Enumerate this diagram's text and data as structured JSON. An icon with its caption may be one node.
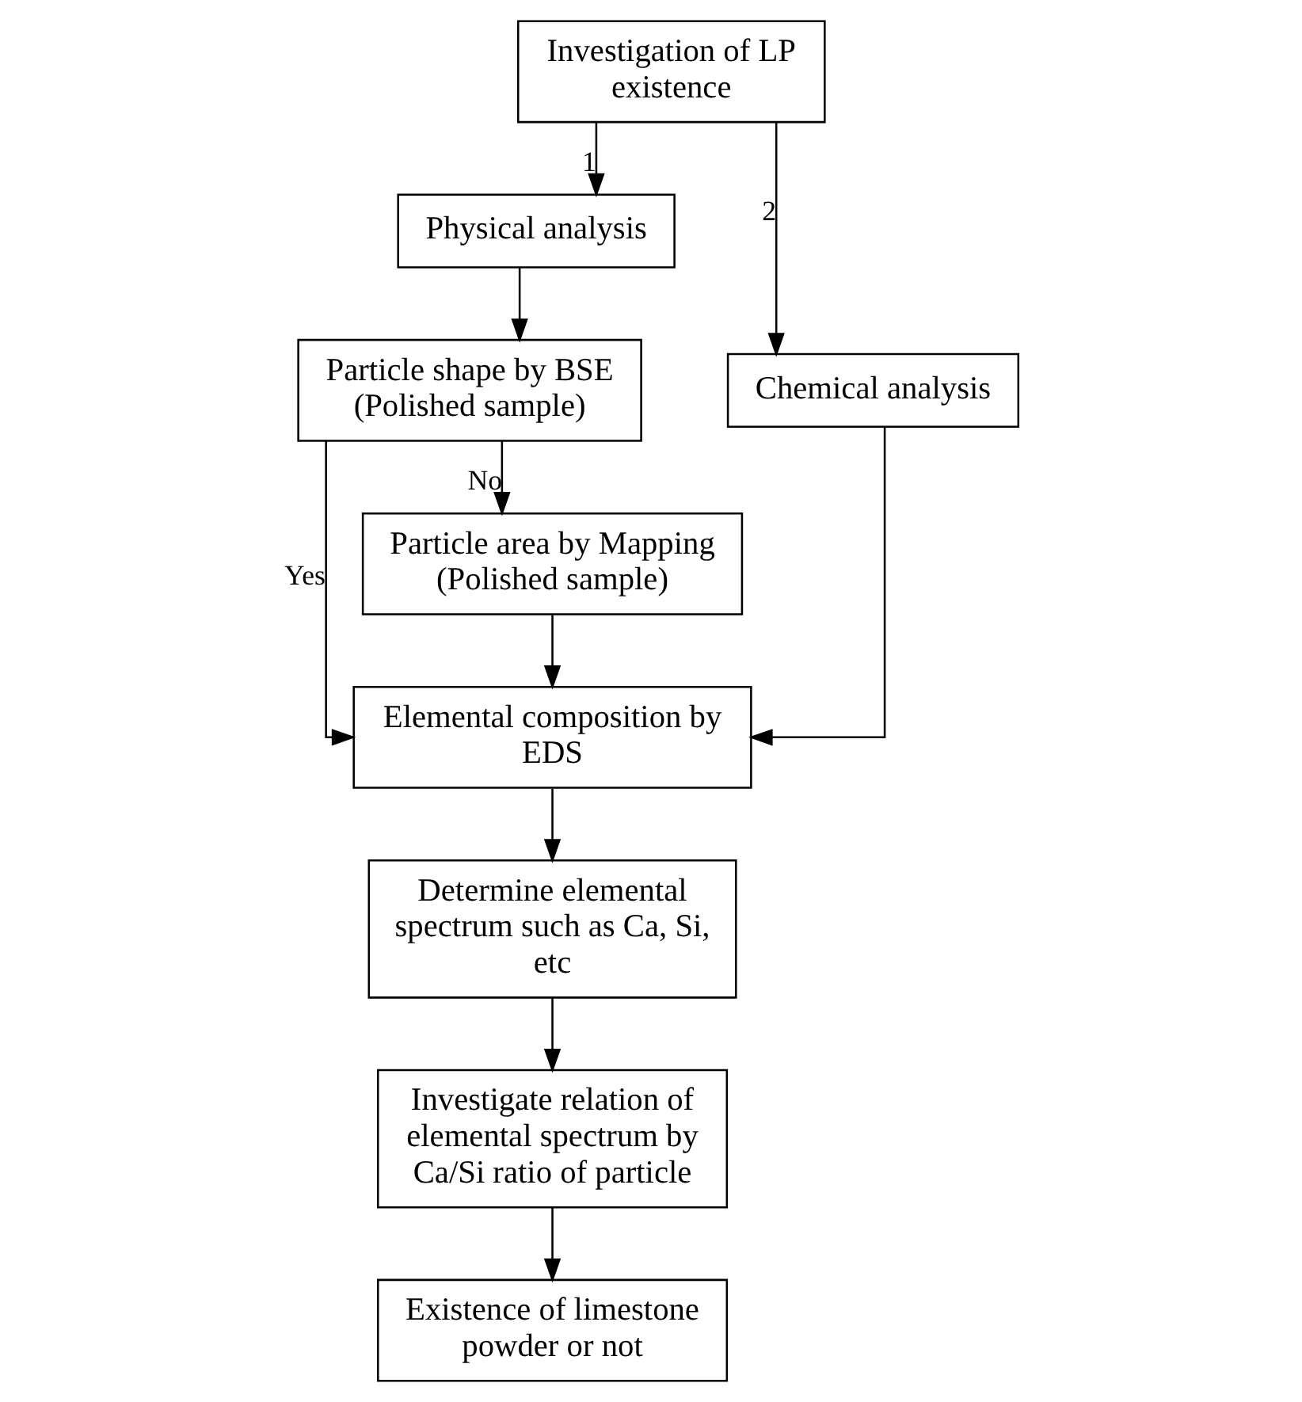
{
  "diagram": {
    "nodes": [
      {
        "text": [
          "Investigation of LP existence"
        ]
      },
      {
        "text": [
          "Physical analysis"
        ]
      },
      {
        "text": [
          "Chemical analysis"
        ]
      },
      {
        "text": [
          "Elemental composition by EDS"
        ]
      },
      {
        "text": [
          "Particle shape by BSE (Polished sample)"
        ]
      },
      {
        "text": [
          "Particle area by Mapping (Polished sample)"
        ]
      },
      {
        "text": [
          "Determine elemental spectrum such as Ca, Si, etc"
        ]
      },
      {
        "text": [
          "Investigate relation of elemental spectrum by Ca/Si ratio of particle"
        ]
      },
      {
        "text": [
          "Existence of limestone powder or not"
        ]
      }
    ],
    "edges": [
      {
        "from": 0,
        "to": 1,
        "arrow": "to",
        "label": "1"
      },
      {
        "from": 0,
        "to": 2,
        "arrow": "to",
        "label": "2"
      },
      {
        "from": 1,
        "to": 4,
        "arrow": "to"
      },
      {
        "from": 2,
        "to": 3,
        "arrow": "to"
      },
      {
        "from": 4,
        "to": 3,
        "arrow": "to",
        "label": "Yes"
      },
      {
        "from": 4,
        "to": 5,
        "arrow": "to",
        "label": "No"
      },
      {
        "from": 5,
        "to": 3,
        "arrow": "to"
      },
      {
        "from": 3,
        "to": 6,
        "arrow": "to"
      },
      {
        "from": 6,
        "to": 7,
        "arrow": "to"
      },
      {
        "from": 7,
        "to": 8,
        "arrow": "to"
      }
    ]
  }
}
